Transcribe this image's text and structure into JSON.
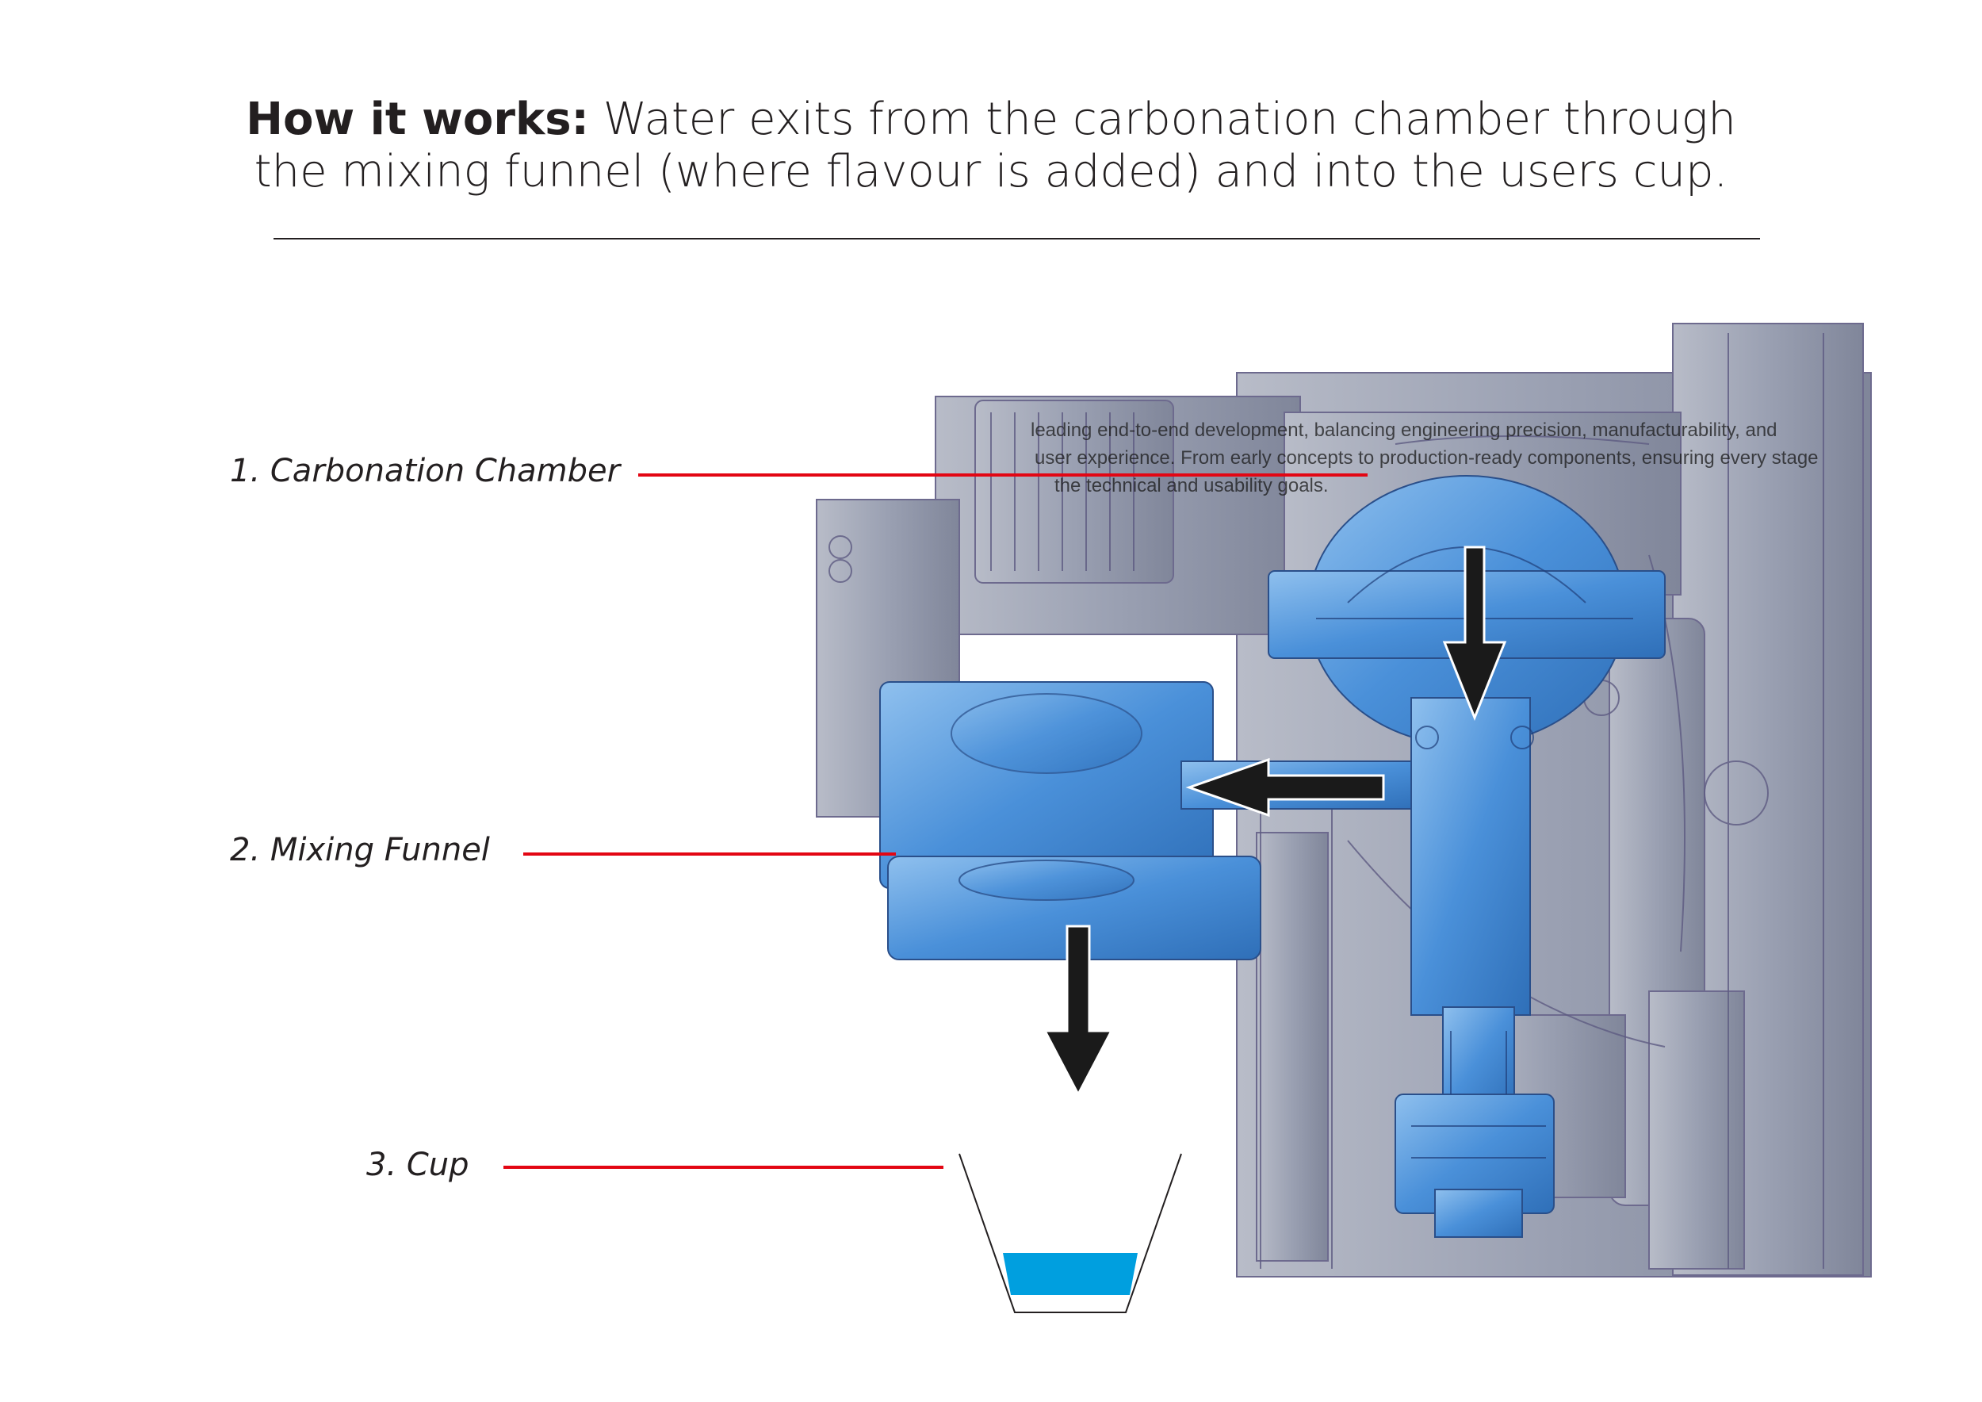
{
  "header": {
    "bold_lead": "How it works:",
    "line1_rest": " Water exits from the carbonation chamber through",
    "line2": "the mixing funnel (where flavour is added) and into the users cup."
  },
  "callouts": [
    {
      "label": "1. Carbonation Chamber"
    },
    {
      "label": "2. Mixing Funnel"
    },
    {
      "label": "3. Cup"
    }
  ],
  "overlay_text": {
    "line1": "leading end-to-end development, balancing engineering precision, manufacturability, and",
    "line2": "user experience. From early concepts to production-ready components, ensuring every stage",
    "line3": "the technical and usability goals."
  },
  "colors": {
    "text": "#231f20",
    "leader": "#e30613",
    "machine_grey": "#9aa0b2",
    "chamber_blue": "#4a90d9",
    "water": "#009fdf",
    "arrow": "#1a1a1a"
  }
}
